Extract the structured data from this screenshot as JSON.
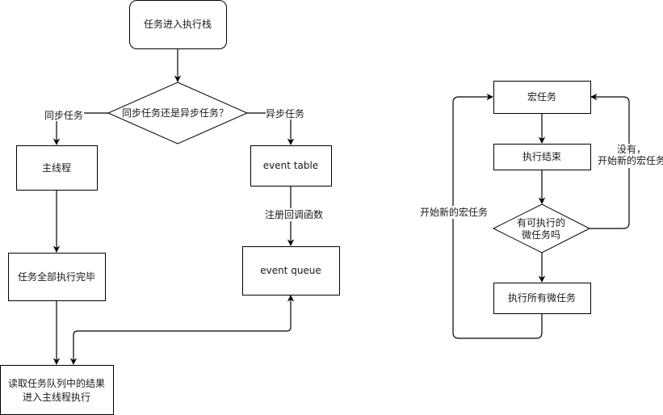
{
  "left_flow": {
    "start": "任务进入执行栈",
    "decision": "同步任务还是异步任务？",
    "sync_label": "同步任务",
    "async_label": "异步任务",
    "main_thread": "主线程",
    "event_table": "event table",
    "register_label": "注册回调函数",
    "event_queue": "event queue",
    "all_done": "任务全部执行完毕",
    "read_queue": [
      "读取任务队列中的结果",
      "进入主线程执行"
    ]
  },
  "right_flow": {
    "macro_task": "宏任务",
    "exec_end": "执行结束",
    "decision": [
      "有可执行的",
      "微任务吗"
    ],
    "exec_all_micro": "执行所有微任务",
    "loop_left_label": "开始新的宏任务",
    "loop_right_label": [
      "没有，",
      "开始新的宏任务"
    ]
  }
}
